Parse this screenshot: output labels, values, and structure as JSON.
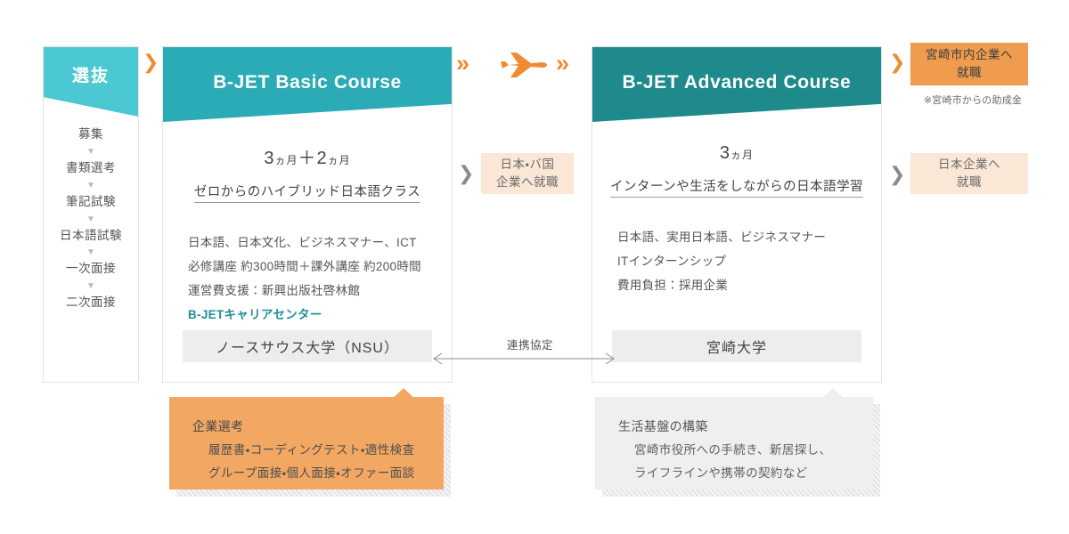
{
  "selection": {
    "header_label": "選抜",
    "steps": [
      "募集",
      "書類選考",
      "筆記試験",
      "日本語試験",
      "一次面接",
      "二次面接"
    ],
    "caret": "▼"
  },
  "basic_course": {
    "title": "B-JET Basic Course",
    "duration_main_1": "3",
    "duration_unit_1": "ヵ月",
    "duration_plus": "＋",
    "duration_main_2": "2",
    "duration_unit_2": "ヵ月",
    "subtitle": "ゼロからのハイブリッド日本語クラス",
    "lines": [
      "日本語、日本文化、ビジネスマナー、ICT",
      "必修講座 約300時間＋課外講座 約200時間",
      "運営費支援：新興出版社啓林館"
    ],
    "accent_line": "B-JETキャリアセンター",
    "university": "ノースサウス大学（NSU）"
  },
  "advanced_course": {
    "title": "B-JET Advanced Course",
    "duration_main": "3",
    "duration_unit": "ヵ月",
    "subtitle": "インターンや生活をしながらの日本語学習",
    "lines": [
      "日本語、実用日本語、ビジネスマナー",
      "ITインターンシップ",
      "費用負担：採用企業"
    ],
    "university": "宮崎大学"
  },
  "transit": {
    "chevron": "»",
    "plane_icon": "airplane-icon"
  },
  "mid_employment": {
    "chevron": "❯",
    "line1": "日本・バ国",
    "line2": "企業へ就職"
  },
  "city_job": {
    "chevron": "❯",
    "line1": "宮崎市内企業へ",
    "line2": "就職",
    "note": "※宮崎市からの助成金"
  },
  "japan_job": {
    "chevron": "❯",
    "line1": "日本企業へ",
    "line2": "就職"
  },
  "agreement": {
    "label": "連携協定"
  },
  "selection_callout": {
    "title": "企業選考",
    "lines": [
      "履歴書・コーディングテスト・適性検査",
      "グループ面接・個人面接・オファー面談"
    ]
  },
  "living_callout": {
    "title": "生活基盤の構築",
    "lines": [
      "宮崎市役所への手続き、新居探し、",
      "ライフラインや携帯の契約など"
    ]
  },
  "colors": {
    "selection_header": "#4cc8d2",
    "basic_header": "#2aabb5",
    "advanced_header": "#1e8a8c",
    "orange_accent": "#ef8b33",
    "orange_solid": "#f09c4f",
    "orange_callout": "#f2a763",
    "peach": "#fbe7d6",
    "gray_callout": "#efefef"
  }
}
